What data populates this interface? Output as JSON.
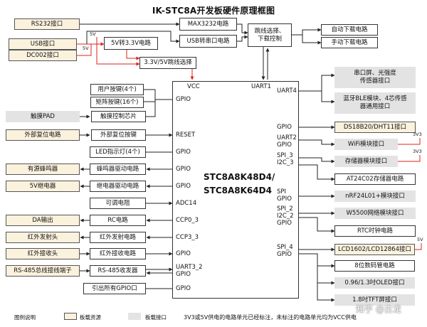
{
  "title": "IK-STC8A开发板硬件原理框图",
  "chip": {
    "name": "STC8A8K48D4/\nSTC8A8K64D4"
  },
  "boxes": {
    "rs232": "RS232接口",
    "usb": "USB接口",
    "dc002": "DC002接口",
    "v5to33": "5V转3.3V电路",
    "max3232": "MAX3232电路",
    "usbserial": "USB转串口电路",
    "jumper": "跳线选择、\n下载控制",
    "autodl": "自动下载电路",
    "manualdl": "手动下载电路",
    "jumper33": "3.3V/5V跳线选择",
    "userkey": "用户按键(4个)",
    "matrixkey": "矩阵按键(16个)",
    "touchpad": "触摸PAD",
    "touchic": "触摸控制芯片",
    "extreset": "外部复位电路",
    "extresetkey": "外部复位按键",
    "led": "LED指示灯(4个)",
    "buzzer": "有源蜂鸣器",
    "buzzerdrv": "蜂鸣器驱动电路",
    "relay": "5V继电器",
    "relaydrv": "继电器驱动电路",
    "pot": "可调电阻",
    "da": "DA输出",
    "rc": "RC电路",
    "irtx": "红外发射头",
    "irtxc": "红外发射电路",
    "irrx": "红外接收头",
    "irrxc": "红外接收电路",
    "rs485t": "RS-485总线接线端子",
    "rs485": "RS-485收发器",
    "gpioall": "引出所有GPIO口",
    "uartscreen": "串口屏、光强度\n传感器接口",
    "ble": "蓝牙BLE模块、4芯传感\n器通用接口",
    "ds18b20": "DS18B20/DHT11接口",
    "wifi": "WiFi模块接口",
    "storage": "存储器模块接口",
    "at24": "AT24C02存储器电路",
    "nrf": "nRF24L01+模块接口",
    "w5500": "W5500网络模块接口",
    "rtc": "RTC时钟电路",
    "lcd": "LCD1602/LCD12864接口",
    "seg": "8位数码管电路",
    "oled": "0.96/1.3吋OLED接口",
    "tft": "1.8吋TFT屏接口"
  },
  "pins": {
    "vcc": "VCC",
    "uart1": "UART1",
    "gpio_a": "GPIO",
    "reset": "RESET",
    "gpio_b": "GPIO",
    "gpio_c": "GPIO",
    "gpio_d": "GPIO",
    "adc14": "ADC14",
    "ccp0": "CCP0_3",
    "ccp3": "CCP3_3",
    "gpio_e": "GPIO",
    "uart32": "UART3_2\nGPIO",
    "gpio_f": "GPIO",
    "uart4": "UART4",
    "gpio_r1": "GPIO",
    "uart2": "UART2\nGPIO",
    "spi3": "SPI_3\nI2C_3",
    "spi": "SPI\nGPIO",
    "spi2": "SPI_2\nI2C_2\nGPIO",
    "spi4": "SPI_4\nGPIO"
  },
  "voltages": {
    "v5a": "5V",
    "v5b": "5V",
    "v3a": "3V3",
    "v3b": "3V3",
    "v5c": "5V"
  },
  "legend": {
    "label": "图例说明",
    "onboard": "板载资源",
    "interface": "板载接口",
    "note": "3V3或5V供电的电路单元已经标注，未标注的电路单元均为VCC供电"
  },
  "watermark": "知乎 @古龙",
  "colors": {
    "line": "#222222",
    "power": "#e0201a",
    "onboard": "#fbf2de",
    "interface": "#e3e3e3"
  }
}
